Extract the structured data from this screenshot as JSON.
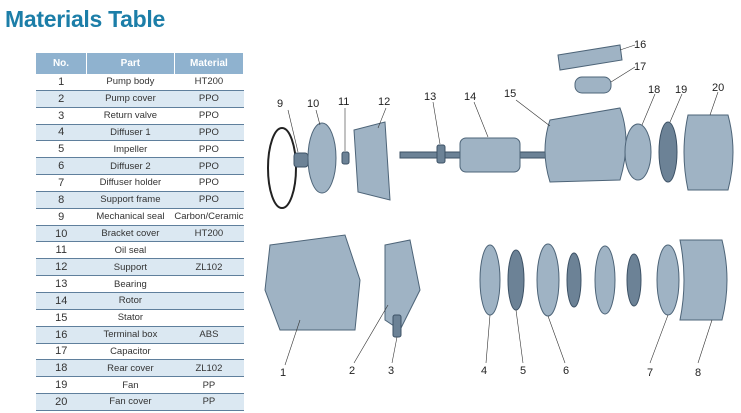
{
  "title": "Materials Table",
  "table": {
    "headers": [
      "No.",
      "Part",
      "Material"
    ],
    "rows": [
      {
        "no": "1",
        "part": "Pump body",
        "material": "HT200"
      },
      {
        "no": "2",
        "part": "Pump cover",
        "material": "PPO"
      },
      {
        "no": "3",
        "part": "Return valve",
        "material": "PPO"
      },
      {
        "no": "4",
        "part": "Diffuser 1",
        "material": "PPO"
      },
      {
        "no": "5",
        "part": "Impeller",
        "material": "PPO"
      },
      {
        "no": "6",
        "part": "Diffuser 2",
        "material": "PPO"
      },
      {
        "no": "7",
        "part": "Diffuser holder",
        "material": "PPO"
      },
      {
        "no": "8",
        "part": "Support frame",
        "material": "PPO"
      },
      {
        "no": "9",
        "part": "Mechanical seal",
        "material": "Carbon/Ceramic"
      },
      {
        "no": "10",
        "part": "Bracket cover",
        "material": "HT200"
      },
      {
        "no": "11",
        "part": "Oil seal",
        "material": ""
      },
      {
        "no": "12",
        "part": "Support",
        "material": "ZL102"
      },
      {
        "no": "13",
        "part": "Bearing",
        "material": ""
      },
      {
        "no": "14",
        "part": "Rotor",
        "material": ""
      },
      {
        "no": "15",
        "part": "Stator",
        "material": ""
      },
      {
        "no": "16",
        "part": "Terminal box",
        "material": "ABS"
      },
      {
        "no": "17",
        "part": "Capacitor",
        "material": ""
      },
      {
        "no": "18",
        "part": "Rear cover",
        "material": "ZL102"
      },
      {
        "no": "19",
        "part": "Fan",
        "material": "PP"
      },
      {
        "no": "20",
        "part": "Fan cover",
        "material": "PP"
      }
    ]
  },
  "diagram": {
    "labels": [
      "1",
      "2",
      "3",
      "4",
      "5",
      "6",
      "7",
      "8",
      "9",
      "10",
      "11",
      "12",
      "13",
      "14",
      "15",
      "16",
      "17",
      "18",
      "19",
      "20"
    ]
  }
}
